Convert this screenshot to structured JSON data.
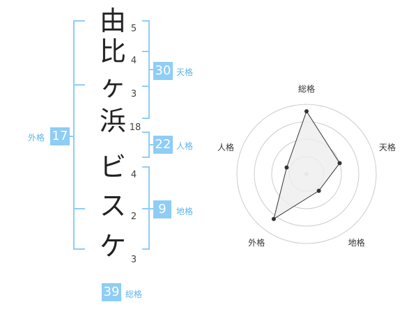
{
  "name_chars": [
    {
      "char": "由",
      "strokes": "5"
    },
    {
      "char": "比",
      "strokes": "4"
    },
    {
      "char": "ヶ",
      "strokes": "3"
    },
    {
      "char": "浜",
      "strokes": "18"
    },
    {
      "char": "ビ",
      "strokes": "4"
    },
    {
      "char": "ス",
      "strokes": "2"
    },
    {
      "char": "ケ",
      "strokes": "3"
    }
  ],
  "kaku": {
    "tenkaku": {
      "label": "天格",
      "value": "30"
    },
    "jinkaku": {
      "label": "人格",
      "value": "22"
    },
    "chikaku": {
      "label": "地格",
      "value": "9"
    },
    "gaikaku": {
      "label": "外格",
      "value": "17"
    },
    "soukaku": {
      "label": "総格",
      "value": "39"
    }
  },
  "colors": {
    "accent": "#8ecdf6",
    "accent_text": "#5fb4ea",
    "bracket": "#8ecdf6",
    "radar_fill": "#eeeeee",
    "radar_line": "#333333"
  },
  "chart_data": {
    "type": "radar",
    "axes": [
      "総格",
      "天格",
      "地格",
      "外格",
      "人格"
    ],
    "values": [
      0.9,
      0.5,
      0.3,
      0.8,
      0.3
    ],
    "rings": 4,
    "range": [
      0,
      1
    ]
  }
}
